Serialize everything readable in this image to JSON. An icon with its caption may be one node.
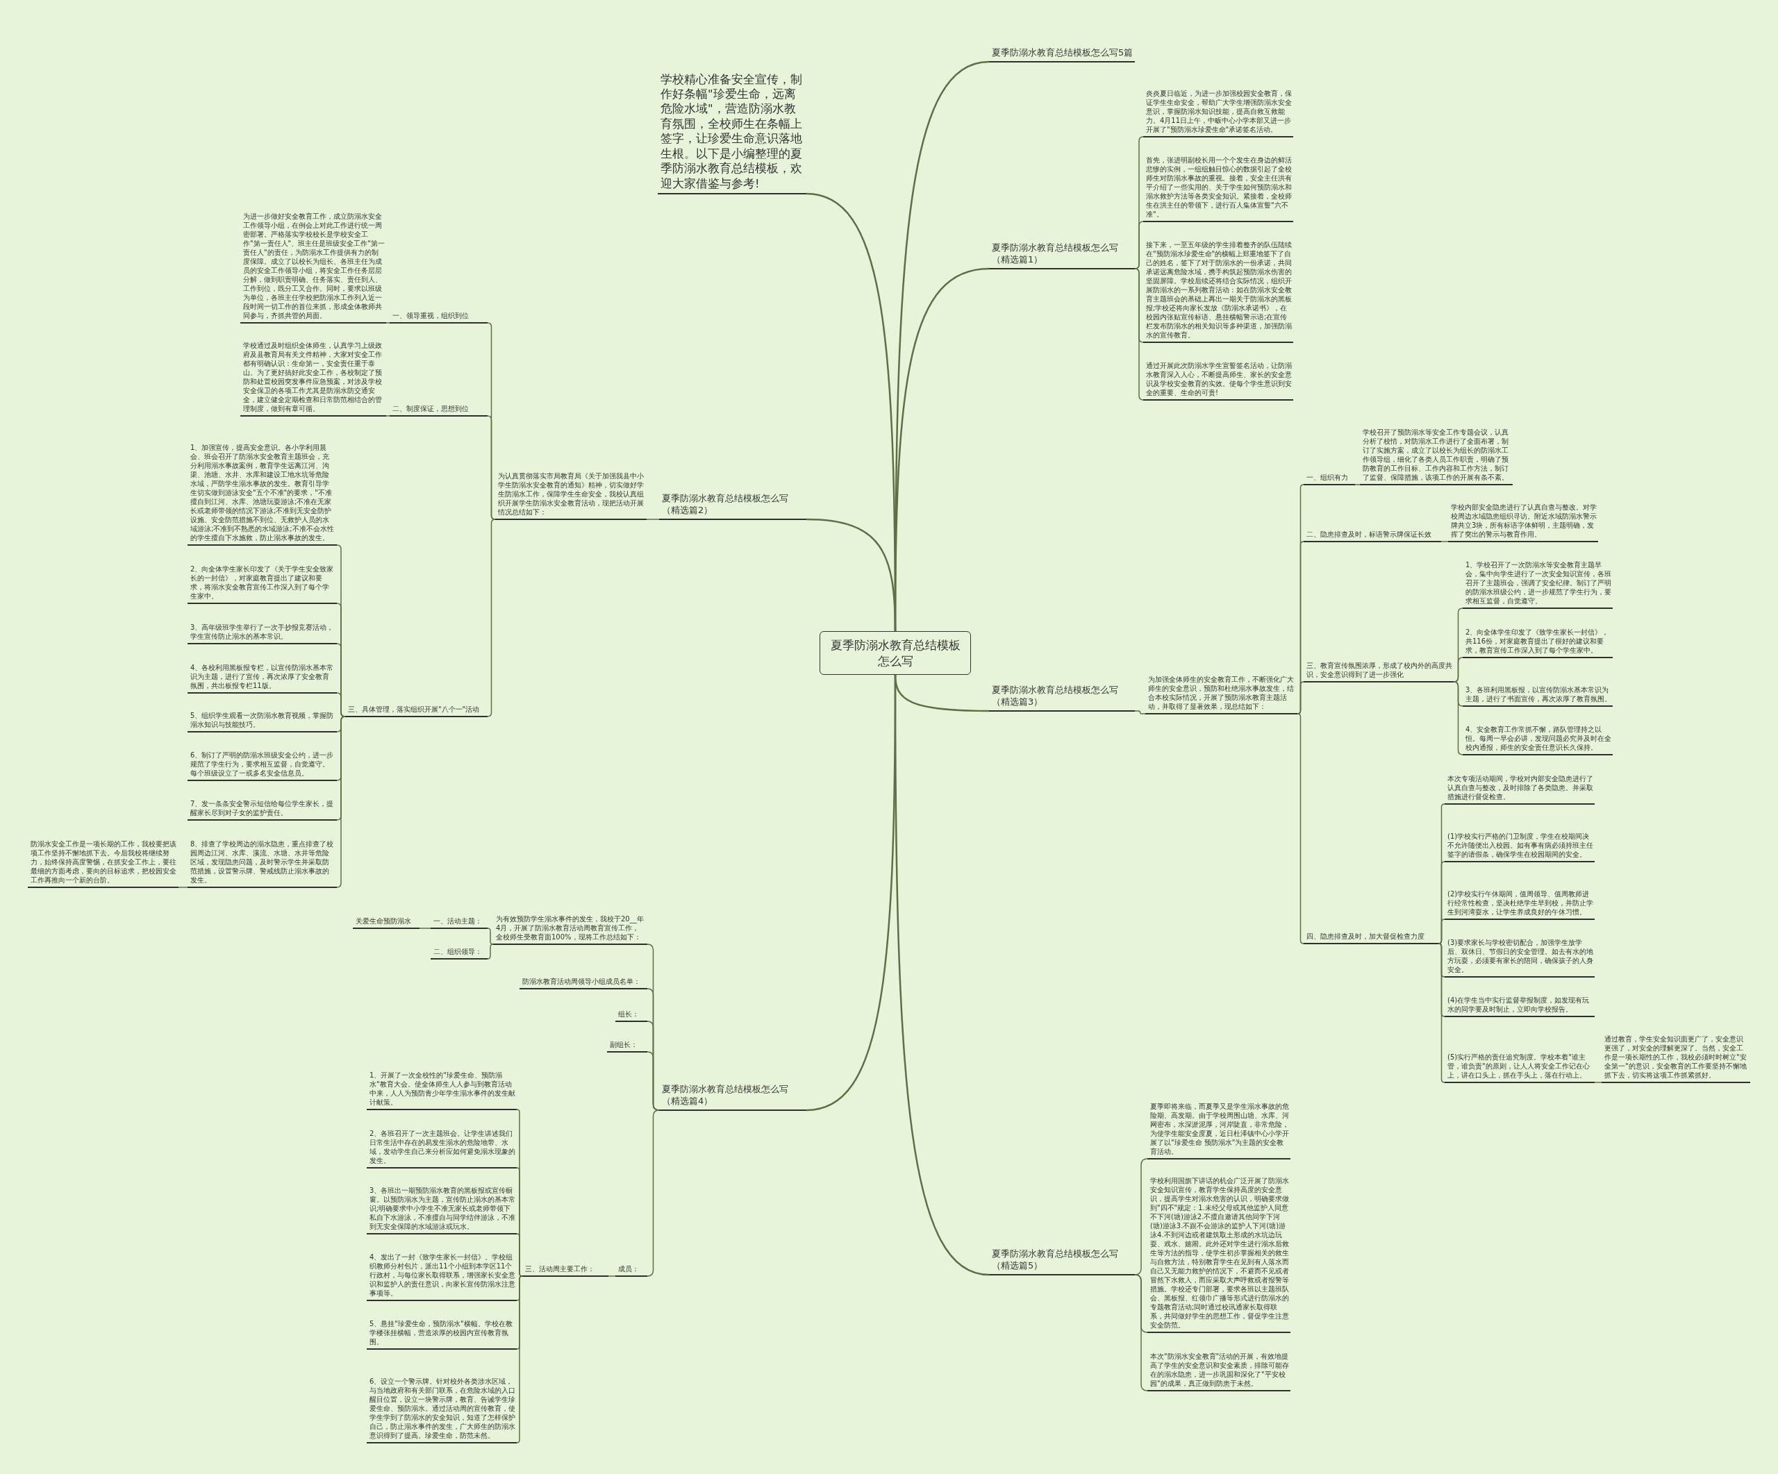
{
  "diagram": {
    "nodes": [
      {
        "text": [
          "夏季防溺水教育总结模板怎么写"
        ]
      },
      {
        "text": [
          "夏季防溺水教育总结模板怎么写5篇"
        ]
      },
      {
        "text": [
          "学校精心准备安全宣传，制作好条幅\"珍爱生命，远离危险水域\"，营造防溺水教育氛围，全校师生在条幅上签字，让珍爱生命意识落地生根。以下是小编整理的夏季防溺水教育总结模板，欢迎大家借鉴与参考!"
        ]
      },
      {
        "text": [
          "夏季防溺水教育总结模板怎么写（精选篇1）"
        ]
      },
      {
        "text": [
          "炎炎夏日临近，为进一步加强校园安全教育，保证学生生命安全，帮助广大学生增强防溺水安全意识，掌握防溺水知识技能，提高自救互救能力。4月11日上午，中畈中心小学本部又进一步开展了\"预防溺水珍爱生命\"承诺签名活动。"
        ]
      },
      {
        "text": [
          "首先，张进明副校长用一个个发生在身边的鲜活悲惨的实例，一组组触目惊心的数据引起了全校师生对防溺水事故的重视。接着，安全主任洪有平介绍了一些实用的、关于学生如何预防溺水和溺水救护方法等各类安全知识。紧接着，全校师生在洪主任的带领下，进行百人集体宣誓\"六不准\"。"
        ]
      },
      {
        "text": [
          "接下来，一至五年级的学生排着整齐的队伍陆续在\"预防溺水珍爱生命\"的横幅上郑重地签下了自己的姓名，签下了对于防溺水的一份承诺，共同承诺远离危险水域，携手构筑起预防溺水伤害的坚固屏障。学校后续还将结合实际情况，组织开展防溺水的一系列教育活动：如在防溺水安全教育主题班会的基础上再出一期关于防溺水的黑板报;学校还将向家长发放《防溺水承诺书》，在校园内张贴宣传标语、悬挂横幅警示语;在宣传栏发布防溺水的相关知识等多种渠道，加强防溺水的宣传教育。"
        ]
      },
      {
        "text": [
          "通过开展此次防溺水学生宣誓签名活动，让防溺水教育深入人心，不断提高师生、家长的安全意识及学校安全教育的实效。使每个学生意识到安全的重要、生命的可贵!"
        ]
      },
      {
        "text": [
          "夏季防溺水教育总结模板怎么写（精选篇2）"
        ]
      },
      {
        "text": [
          "为认真贯彻落实市局教育局《关于加强我县中小学生防溺水安全教育的通知》精神，切实做好学生防溺水工作，保障学生生命安全，我校认真组织开展学生防溺水安全教育活动，现把活动开展情况总结如下："
        ]
      },
      {
        "text": [
          "一、领导重视，组织到位"
        ]
      },
      {
        "text": [
          "为进一步做好安全教育工作，成立防溺水安全工作领导小组，在例会上对此工作进行统一周密部署。严格落实学校校长是学校安全工作\"第一责任人\"、班主任是班级安全工作\"第一责任人\"的责任，为防溺水工作提供有力的制度保障。成立了以校长为组长、各班主任为成员的安全工作领导小组，将安全工作任务层层分解，做到职责明确、任务落实、责任到人、工作到位，既分工又合作。同时，要求以班级为单位，各班主任学校把防溺水工作列入近一段时间一切工作的首位来抓，形成全体教师共同参与，齐抓共管的局面。"
        ]
      },
      {
        "text": [
          "二、制度保证，思想到位"
        ]
      },
      {
        "text": [
          "学校通过及时组织全体师生，认真学习上级政府及县教育局有关文件精神，大家对安全工作都有明确认识：生命第一，安全责任重于泰山。为了更好搞好此安全工作，各校制定了预防和处置校园突发事件应急预案，对涉及学校安全保卫的各项工作尤其是防溺水防交通安全，建立健全定期检查和日常防范相结合的管理制度，做到有章可循。"
        ]
      },
      {
        "text": [
          "三、具体管理，落实组织开展\"八个一\"活动"
        ]
      },
      {
        "text": [
          "1、加强宣传，提高安全意识。各小学利用晨会、班会召开了防溺水安全教育主题班会，充分利用溺水事故案例，教育学生远离江河、沟渠、池塘、水井、水库和建设工地水坑等危险水域，严防学生溺水事故的发生。教育引导学生切实做到游泳安全\"五个不准\"的要求，\"不准擅自到江河、水库、池塘玩耍游泳;不准在无家长或老师带领的情况下游泳;不准到无安全防护设施、安全防范措施不到位、无救护人员的水域游泳;不准到不熟悉的水域游泳;不准不会水性的学生擅自下水施救，防止溺水事故的发生。"
        ]
      },
      {
        "text": [
          "2、向全体学生家长印发了《关于学生安全致家长的一封信》，对家庭教育提出了建议和要求，将溺水安全教育宣传工作深入到了每个学生家中。"
        ]
      },
      {
        "text": [
          "3、高年级班学生举行了一次手抄报竞赛活动，学生宣传防止溺水的基本常识。"
        ]
      },
      {
        "text": [
          "4、各校利用黑板报专栏，以宣传防溺水基本常识为主题，进行了宣传，再次浓厚了安全教育氛围，共出板报专栏11版。"
        ]
      },
      {
        "text": [
          "5、组织学生观看一次防溺水教育视频，掌握防溺水知识与技能技巧。"
        ]
      },
      {
        "text": [
          "6、制订了严明的防溺水班级安全公约，进一步规范了学生行为，要求相互监督，自觉遵守。每个班级设立了一或多名安全信息员。"
        ]
      },
      {
        "text": [
          "7、发一条条安全警示短信给每位学生家长，提醒家长尽到对子女的监护责任。"
        ]
      },
      {
        "text": [
          "8、排查了学校周边的溺水隐患，重点排查了校园周边江河、水库、溪流、水塘、水井等危险区域，发现隐患问题，及时警示学生并采取防范措施，设置警示牌、警戒线防止溺水事故的发生。"
        ]
      },
      {
        "text": [
          "防溺水安全工作是一项长期的工作，我校要把该项工作坚持不懈地抓下去。今后我校将继续努力，始终保持高度警惕，在抓安全工作上，要往最细的方面考虑，要向的目标追求，把校园安全工作再推向一个新的台阶。"
        ]
      },
      {
        "text": [
          "夏季防溺水教育总结模板怎么写（精选篇3）"
        ]
      },
      {
        "text": [
          "为加强全体师生的安全教育工作，不断强化广大师生的安全意识，预防和杜绝溺水事故发生，结合本校实际情况，开展了预防溺水教育主题活动，并取得了显著效果，现总结如下："
        ]
      },
      {
        "text": [
          "一、组织有力"
        ]
      },
      {
        "text": [
          "学校召开了预防溺水等安全工作专题会议，认真分析了校情，对防溺水工作进行了全面布署，制订了实施方案，成立了以校长为组长的防溺水工作领导组，细化了各类人员工作职责，明确了预防教育的工作目标、工作内容和工作方法，制订了监督、保障措施，该项工作的开展有条不紊。"
        ]
      },
      {
        "text": [
          "二、隐患排查及时，标语警示牌保证长效"
        ]
      },
      {
        "text": [
          "学校内部安全隐患进行了认真自查与整改。对学校周边水域隐患组织寻访。附近水域防溺水警示牌共立3块，所有标语字体鲜明，主题明确，发挥了突出的警示与教育作用。"
        ]
      },
      {
        "text": [
          "三、教育宣传氛围浓厚，形成了校内外的高度共识，安全意识得到了进一步强化"
        ]
      },
      {
        "text": [
          "1、学校召开了一次防溺水等安全教育主题早会，集中向学生进行了一次安全知识宣传，各班召开了主题班会，强调了安全纪律。制订了严明的防溺水班级公约，进一步规范了学生行为，要求相互监督，自觉遵守。"
        ]
      },
      {
        "text": [
          "2、向全体学生印发了《致学生家长一封信》，共116份，对家庭教育提出了很好的建议和要求，教育宣传工作深入到了每个学生家中。"
        ]
      },
      {
        "text": [
          "3、各班利用黑板报，以宣传防溺水基本常识为主题，进行了书面宣传，再次浓厚了教育氛围。"
        ]
      },
      {
        "text": [
          "4、安全教育工作常抓不懈，路队管理持之以恒。每周一早会必讲，发现问题必究并及时在全校内通报，师生的安全责任意识长久保持。"
        ]
      },
      {
        "text": [
          "四、隐患排查及时，加大督促检查力度"
        ]
      },
      {
        "text": [
          "本次专项活动期间，学校对内部安全隐患进行了认真自查与整改，及时排除了各类隐患。并采取措施进行督促检查。"
        ]
      },
      {
        "text": [
          "(1)学校实行严格的门卫制度，学生在校期间决不允许随便出入校园。如有事有病必须持班主任签字的请假条，确保学生在校园期间的安全。"
        ]
      },
      {
        "text": [
          "(2)学校实行午休期间，值周领导、值周教师进行经常性检查，坚决杜绝学生早到校，并防止学生到河湾耍水，让学生养成良好的午休习惯。"
        ]
      },
      {
        "text": [
          "(3)要求家长与学校密切配合，加强学生放学后、双休日、节假日的安全管理。如去有水的地方玩耍，必须要有家长的陪同，确保孩子的人身安全。"
        ]
      },
      {
        "text": [
          "(4)在学生当中实行监督举报制度，如发现有玩水的同学要及时制止，立即向学校报告。"
        ]
      },
      {
        "text": [
          "(5)实行严格的责任追究制度。学校本着\"谁主管，谁负责\"的原则，让人人将安全工作记在心上，讲在口头上，抓在手头上，落在行动上。"
        ]
      },
      {
        "text": [
          "通过教育，学生安全知识面更广了，安全意识更强了，对安全的理解更深了。当然，安全工作是一项长期性的工作，我校必须时时树立\"安全第一\"的意识，安全教育的工作要坚持不懈地抓下去，切实将这项工作抓紧抓好。"
        ]
      },
      {
        "text": [
          "夏季防溺水教育总结模板怎么写（精选篇4）"
        ]
      },
      {
        "text": [
          "为有效预防学生溺水事件的发生，我校于20__年4月，开展了防溺水教育活动周教育宣传工作，全校师生受教育面100%，现将工作总结如下："
        ]
      },
      {
        "text": [
          "一、活动主题："
        ]
      },
      {
        "text": [
          "关爱生命预防溺水"
        ]
      },
      {
        "text": [
          "二、组织领导："
        ]
      },
      {
        "text": [
          "防溺水教育活动周领导小组成员名单："
        ]
      },
      {
        "text": [
          "组长："
        ]
      },
      {
        "text": [
          "副组长："
        ]
      },
      {
        "text": [
          "成员："
        ]
      },
      {
        "text": [
          "三、活动周主要工作："
        ]
      },
      {
        "text": [
          "1、开展了一次全校性的\"珍爱生命、预防溺水\"教育大会。使全体师生人人参与到教育活动中来，人人为预防青少年学生溺水事件的发生献计献策。"
        ]
      },
      {
        "text": [
          "2、各班召开了一次主题班会。让学生讲述我们日常生活中存在的易发生溺水的危险地带、水域，发动学生自己来分析应如何避免溺水现象的发生。"
        ]
      },
      {
        "text": [
          "3、各班出一期预防溺水教育的黑板报或宣传橱窗。以预防溺水为主题，宣传防止溺水的基本常识;明确要求中小学生不准无家长或老师带领下私自下水游泳，不准擅自与同学结伴游泳，不准到无安全保障的水域游泳或玩水。"
        ]
      },
      {
        "text": [
          "4、发出了一封《致学生家长一封信》。学校组织教师分村包片，派出11个小组到本学区11个行政村，与每位家长取得联系，增强家长安全意识和监护人的责任意识，向家长宣传防溺水注意事项等。"
        ]
      },
      {
        "text": [
          "5、悬挂\"珍爱生命，预防溺水\"横幅。学校在教学楼张挂横幅，营造浓厚的校园内宣传教育氛围。"
        ]
      },
      {
        "text": [
          "6、设立一个警示牌。针对校外各类涉水区域，与当地政府和有关部门联系，在危险水域的入口醒目位置，设立一块警示牌，教育、告诫学生珍爱生命、预防溺水。通过活动周的宣传教育，使学生学到了防溺水的安全知识，知道了怎样保护自己，防止溺水事件的发生，广大师生的防溺水意识得到了提高。珍爱生命，防范未然。"
        ]
      },
      {
        "text": [
          "夏季防溺水教育总结模板怎么写（精选篇5）"
        ]
      },
      {
        "text": [
          "夏季即将来临，而夏季又是学生溺水事故的危险期、高发期。由于学校周围山塘、水库、河网密布，水深淤泥厚，河岸陡直，非常危险，为使学生能安全度夏，近日杜泽镇中心小学开展了以\"珍爱生命 预防溺水\"为主题的安全教育活动。"
        ]
      },
      {
        "text": [
          "学校利用国旗下讲话的机会广泛开展了防溺水安全知识宣传，教育学生保持高度的安全意识，提高学生对溺水危害的认识，明确要求做到\"四不\"规定：1.未经父母或其他监护人同意不下河(塘)游泳2.不擅自邀请其他同学下河(塘)游泳3.不跟不会游泳的监护人下河(塘)游泳4.不到河边或者建筑取土形成的水坑边玩耍、戏水、嬉闹。此外还对学生进行溺水后救生等方法的指导，使学生初步掌握相关的救生与自救方法，特别教育学生在见到有人落水而自己又无能力救护的情况下，不避而不见或者冒然下水救人，而应采取大声呼救或者报警等措施。学校还专门部署，要求各班以主题班队会、黑板报、红领巾广播等形式进行防溺水的专题教育活动;同时通过校讯通家长取得联系，共同做好学生的思想工作，督促学生注意安全防范。"
        ]
      },
      {
        "text": [
          "本次\"防溺水安全教育\"活动的开展，有效地提高了学生的安全意识和安全素质，排除可能存在的溺水隐患，进一步巩固和深化了\"平安校园\"的成果，真正做到防患于未然。"
        ]
      }
    ],
    "edges": [
      {
        "from": 0,
        "to": 1,
        "arrow": "none"
      },
      {
        "from": 0,
        "to": 2,
        "arrow": "none"
      },
      {
        "from": 0,
        "to": 3,
        "arrow": "none"
      },
      {
        "from": 3,
        "to": 4,
        "arrow": "none"
      },
      {
        "from": 3,
        "to": 5,
        "arrow": "none"
      },
      {
        "from": 3,
        "to": 6,
        "arrow": "none"
      },
      {
        "from": 3,
        "to": 7,
        "arrow": "none"
      },
      {
        "from": 0,
        "to": 8,
        "arrow": "none"
      },
      {
        "from": 8,
        "to": 9,
        "arrow": "none"
      },
      {
        "from": 9,
        "to": 10,
        "arrow": "none"
      },
      {
        "from": 10,
        "to": 11,
        "arrow": "none"
      },
      {
        "from": 9,
        "to": 12,
        "arrow": "none"
      },
      {
        "from": 12,
        "to": 13,
        "arrow": "none"
      },
      {
        "from": 9,
        "to": 14,
        "arrow": "none"
      },
      {
        "from": 14,
        "to": 15,
        "arrow": "none"
      },
      {
        "from": 14,
        "to": 16,
        "arrow": "none"
      },
      {
        "from": 14,
        "to": 17,
        "arrow": "none"
      },
      {
        "from": 14,
        "to": 18,
        "arrow": "none"
      },
      {
        "from": 14,
        "to": 19,
        "arrow": "none"
      },
      {
        "from": 14,
        "to": 20,
        "arrow": "none"
      },
      {
        "from": 14,
        "to": 21,
        "arrow": "none"
      },
      {
        "from": 14,
        "to": 22,
        "arrow": "none"
      },
      {
        "from": 22,
        "to": 23,
        "arrow": "none"
      },
      {
        "from": 0,
        "to": 24,
        "arrow": "none"
      },
      {
        "from": 24,
        "to": 25,
        "arrow": "none"
      },
      {
        "from": 25,
        "to": 26,
        "arrow": "none"
      },
      {
        "from": 26,
        "to": 27,
        "arrow": "none"
      },
      {
        "from": 25,
        "to": 28,
        "arrow": "none"
      },
      {
        "from": 28,
        "to": 29,
        "arrow": "none"
      },
      {
        "from": 25,
        "to": 30,
        "arrow": "none"
      },
      {
        "from": 30,
        "to": 31,
        "arrow": "none"
      },
      {
        "from": 30,
        "to": 32,
        "arrow": "none"
      },
      {
        "from": 30,
        "to": 33,
        "arrow": "none"
      },
      {
        "from": 30,
        "to": 34,
        "arrow": "none"
      },
      {
        "from": 25,
        "to": 35,
        "arrow": "none"
      },
      {
        "from": 35,
        "to": 36,
        "arrow": "none"
      },
      {
        "from": 35,
        "to": 37,
        "arrow": "none"
      },
      {
        "from": 35,
        "to": 38,
        "arrow": "none"
      },
      {
        "from": 35,
        "to": 39,
        "arrow": "none"
      },
      {
        "from": 35,
        "to": 40,
        "arrow": "none"
      },
      {
        "from": 35,
        "to": 41,
        "arrow": "none"
      },
      {
        "from": 41,
        "to": 42,
        "arrow": "none"
      },
      {
        "from": 0,
        "to": 43,
        "arrow": "none"
      },
      {
        "from": 43,
        "to": 44,
        "arrow": "none"
      },
      {
        "from": 44,
        "to": 45,
        "arrow": "none"
      },
      {
        "from": 45,
        "to": 46,
        "arrow": "none"
      },
      {
        "from": 44,
        "to": 47,
        "arrow": "none"
      },
      {
        "from": 43,
        "to": 48,
        "arrow": "none"
      },
      {
        "from": 43,
        "to": 49,
        "arrow": "none"
      },
      {
        "from": 43,
        "to": 50,
        "arrow": "none"
      },
      {
        "from": 43,
        "to": 51,
        "arrow": "none"
      },
      {
        "from": 51,
        "to": 52,
        "arrow": "none"
      },
      {
        "from": 52,
        "to": 53,
        "arrow": "none"
      },
      {
        "from": 52,
        "to": 54,
        "arrow": "none"
      },
      {
        "from": 52,
        "to": 55,
        "arrow": "none"
      },
      {
        "from": 52,
        "to": 56,
        "arrow": "none"
      },
      {
        "from": 52,
        "to": 57,
        "arrow": "none"
      },
      {
        "from": 52,
        "to": 58,
        "arrow": "none"
      },
      {
        "from": 0,
        "to": 59,
        "arrow": "none"
      },
      {
        "from": 59,
        "to": 60,
        "arrow": "none"
      },
      {
        "from": 59,
        "to": 61,
        "arrow": "none"
      },
      {
        "from": 59,
        "to": 62,
        "arrow": "none"
      }
    ]
  }
}
